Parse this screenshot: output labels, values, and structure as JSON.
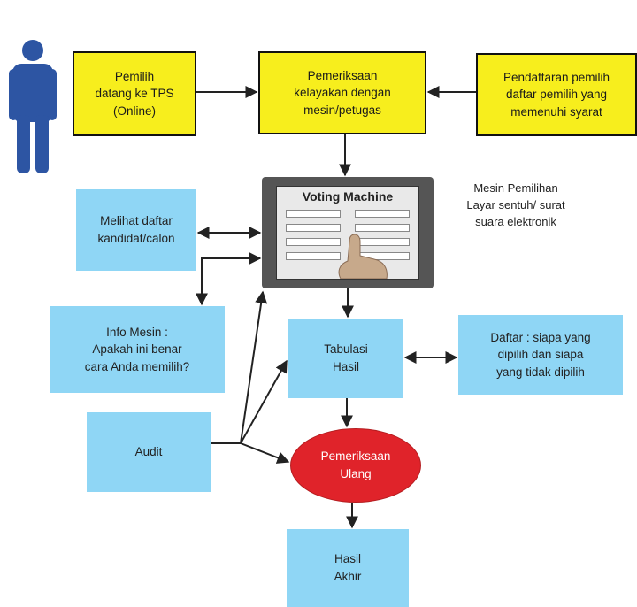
{
  "nodes": {
    "pemilih": "Pemilih\ndatang ke TPS\n(Online)",
    "pemeriksaan_kelayakan": "Pemeriksaan\nkelayakan dengan\nmesin/petugas",
    "pendaftaran": "Pendaftaran pemilih\ndaftar pemilih yang\nmemenuhi syarat",
    "melihat_daftar": "Melihat daftar\nkandidat/calon",
    "voting_machine_title": "Voting Machine",
    "mesin_pemilihan": "Mesin Pemilihan\nLayar sentuh/ surat\nsuara elektronik",
    "info_mesin": "Info Mesin :\nApakah ini benar\ncara  Anda memilih?",
    "tabulasi": "Tabulasi\nHasil",
    "daftar_siapa": "Daftar : siapa yang\ndipilih dan siapa\nyang tidak dipilih",
    "audit": "Audit",
    "pemeriksaan_ulang": "Pemeriksaan\nUlang",
    "hasil_akhir": "Hasil\nAkhir"
  },
  "colors": {
    "yellow": "#f7ee1d",
    "blue": "#8fd6f5",
    "red": "#e0232a",
    "person": "#2d55a3"
  },
  "icons": [
    "person-icon",
    "voting-machine-image"
  ]
}
